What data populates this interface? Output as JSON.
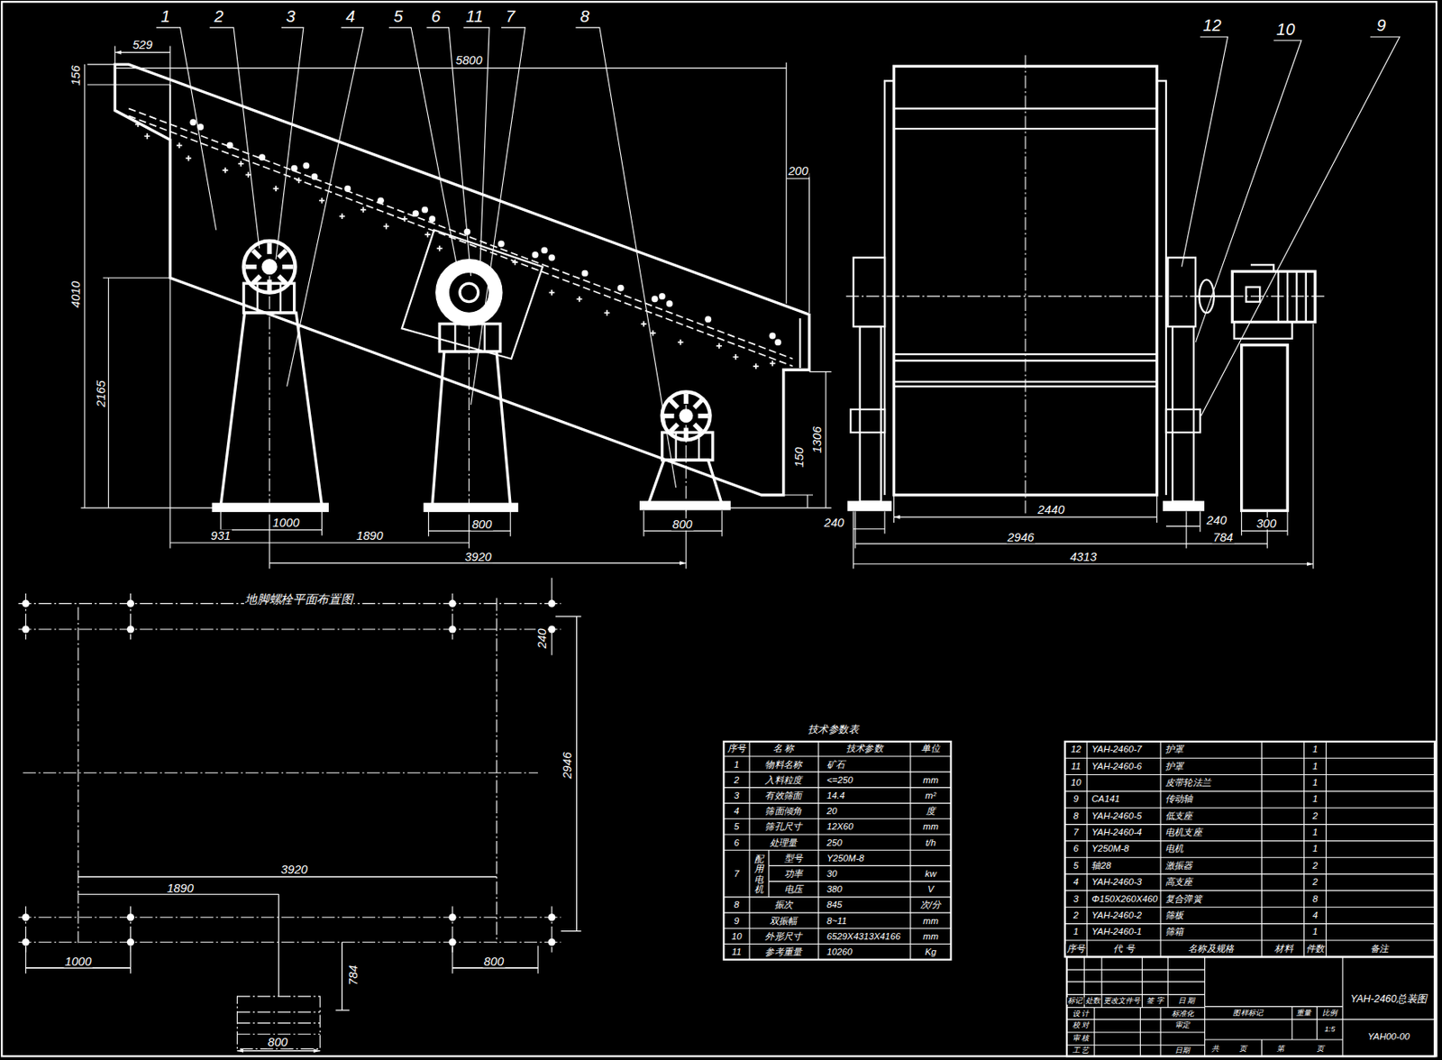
{
  "diagram": {
    "labels": [
      "1",
      "2",
      "3",
      "4",
      "5",
      "6",
      "11",
      "7",
      "8",
      "12",
      "10",
      "9",
      "529",
      "156",
      "5800",
      "200",
      "4010",
      "2165",
      "1306",
      "150",
      "931",
      "1000",
      "1890",
      "800",
      "800",
      "3920",
      "2440",
      "240",
      "2946",
      "240",
      "784",
      "300",
      "4313",
      "地脚螺栓平面布置图",
      "240",
      "2946",
      "3920",
      "1890",
      "1000",
      "800",
      "784",
      "800",
      "技术参数表",
      "序号",
      "名 称",
      "技术参数",
      "单位",
      "1",
      "物料名称",
      "矿石",
      "2",
      "入料粒度",
      "<=250",
      "mm",
      "3",
      "有效筛面",
      "14.4",
      "m²",
      "4",
      "筛面倾角",
      "20",
      "度",
      "5",
      "筛孔尺寸",
      "12X60",
      "mm",
      "6",
      "处理量",
      "250",
      "t/h",
      "7",
      "配用电机",
      "型号",
      "Y250M-8",
      "功率",
      "30",
      "kw",
      "电压",
      "380",
      "V",
      "8",
      "振次",
      "845",
      "次/分",
      "9",
      "双振幅",
      "8~11",
      "mm",
      "10",
      "外形尺寸",
      "6529X4313X4166",
      "mm",
      "11",
      "参考重量",
      "10260",
      "Kg",
      "12",
      "YAH-2460-7",
      "护罩",
      "1",
      "11",
      "YAH-2460-6",
      "护罩",
      "1",
      "10",
      "皮带轮法兰",
      "1",
      "9",
      "CA141",
      "传动轴",
      "1",
      "8",
      "YAH-2460-5",
      "低支座",
      "2",
      "7",
      "YAH-2460-4",
      "电机支座",
      "1",
      "6",
      "Y250M-8",
      "电机",
      "1",
      "5",
      "轴28",
      "激振器",
      "2",
      "4",
      "YAH-2460-3",
      "高支座",
      "2",
      "3",
      "Φ150X260X460",
      "复合弹簧",
      "8",
      "2",
      "YAH-2460-2",
      "筛板",
      "4",
      "1",
      "YAH-2460-1",
      "筛箱",
      "1",
      "序号",
      "代 号",
      "名称及规格",
      "材料",
      "件数",
      "备注",
      "标记",
      "处数",
      "更改文件号",
      "签 字",
      "日 期",
      "设 计",
      "标准化",
      "校 对",
      "审定",
      "审 核",
      "工 艺",
      "日期",
      "图样标记",
      "重量",
      "比例",
      "1:5",
      "共",
      "页",
      "第",
      "页",
      "YAH-2460总装图",
      "YAH00-00"
    ]
  }
}
